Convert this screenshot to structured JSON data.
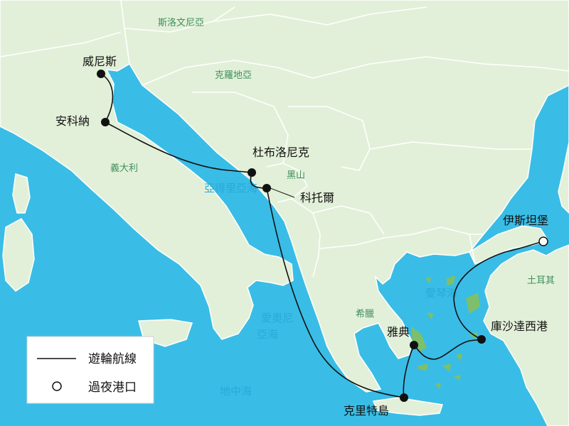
{
  "colors": {
    "sea": "#39bde6",
    "land": "#e3f0d9",
    "border": "#ffffff",
    "route": "#111111",
    "country_label": "#3f8f5e",
    "sea_label": "#2aa9d8",
    "island": "#7dbf6a"
  },
  "countries": {
    "slovenia": "斯洛文尼亞",
    "croatia": "克羅地亞",
    "italy": "義大利",
    "montenegro": "黑山",
    "greece": "希臘",
    "turkey": "土耳其"
  },
  "seas": {
    "adriatic": "亞得里亞海",
    "ionian_line1": "愛奧尼",
    "ionian_line2": "亞海",
    "aegean": "愛琴海",
    "mediterranean": "地中海"
  },
  "ports": {
    "venice": "威尼斯",
    "ancona": "安科納",
    "dubrovnik": "杜布洛尼克",
    "kotor": "科托爾",
    "athens": "雅典",
    "crete": "克里特島",
    "kusadasi": "庫沙達西港",
    "istanbul": "伊斯坦堡"
  },
  "legend": {
    "route_label": "遊輪航線",
    "overnight_label": "過夜港口"
  }
}
